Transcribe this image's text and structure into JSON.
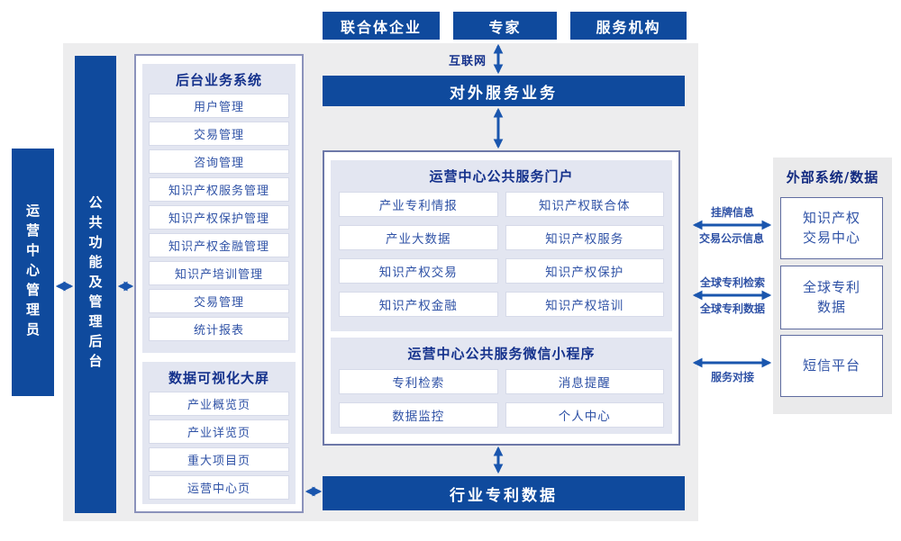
{
  "colors": {
    "primary_blue": "#0f4a9d",
    "arrow_blue": "#1a56ae",
    "title_navy": "#14318c",
    "item_text_blue": "#2f52a6",
    "panel_lavender": "#e3e6f1",
    "background_gray": "#ededee"
  },
  "top_actors": [
    {
      "label": "联合体企业"
    },
    {
      "label": "专家"
    },
    {
      "label": "服务机构"
    }
  ],
  "internet_label": "互联网",
  "external_service_bar": "对外服务业务",
  "bottom_bar": "行业专利数据",
  "left": {
    "admin_label": "运营中心管理员",
    "backend_label": "公共功能及管理后台",
    "backend_system": {
      "title": "后台业务系统",
      "items": [
        "用户管理",
        "交易管理",
        "咨询管理",
        "知识产权服务管理",
        "知识产权保护管理",
        "知识产权金融管理",
        "知识产培训管理",
        "交易管理",
        "统计报表"
      ]
    },
    "dashboard": {
      "title": "数据可视化大屏",
      "items": [
        "产业概览页",
        "产业详览页",
        "重大项目页",
        "运营中心页"
      ]
    }
  },
  "center": {
    "portal": {
      "title": "运营中心公共服务门户",
      "items": [
        "产业专利情报",
        "知识产权联合体",
        "产业大数据",
        "知识产权服务",
        "知识产权交易",
        "知识产权保护",
        "知识产权金融",
        "知识产权培训"
      ]
    },
    "miniprogram": {
      "title": "运营中心公共服务微信小程序",
      "items": [
        "专利检索",
        "消息提醒",
        "数据监控",
        "个人中心"
      ]
    }
  },
  "external": {
    "title": "外部系统/数据",
    "systems": [
      "知识产权\n交易中心",
      "全球专利\n数据",
      "短信平台"
    ],
    "links": [
      {
        "top": "挂牌信息",
        "bottom": "交易公示信息"
      },
      {
        "top": "全球专利检索",
        "bottom": "全球专利数据"
      },
      {
        "bottom": "服务对接"
      }
    ]
  }
}
